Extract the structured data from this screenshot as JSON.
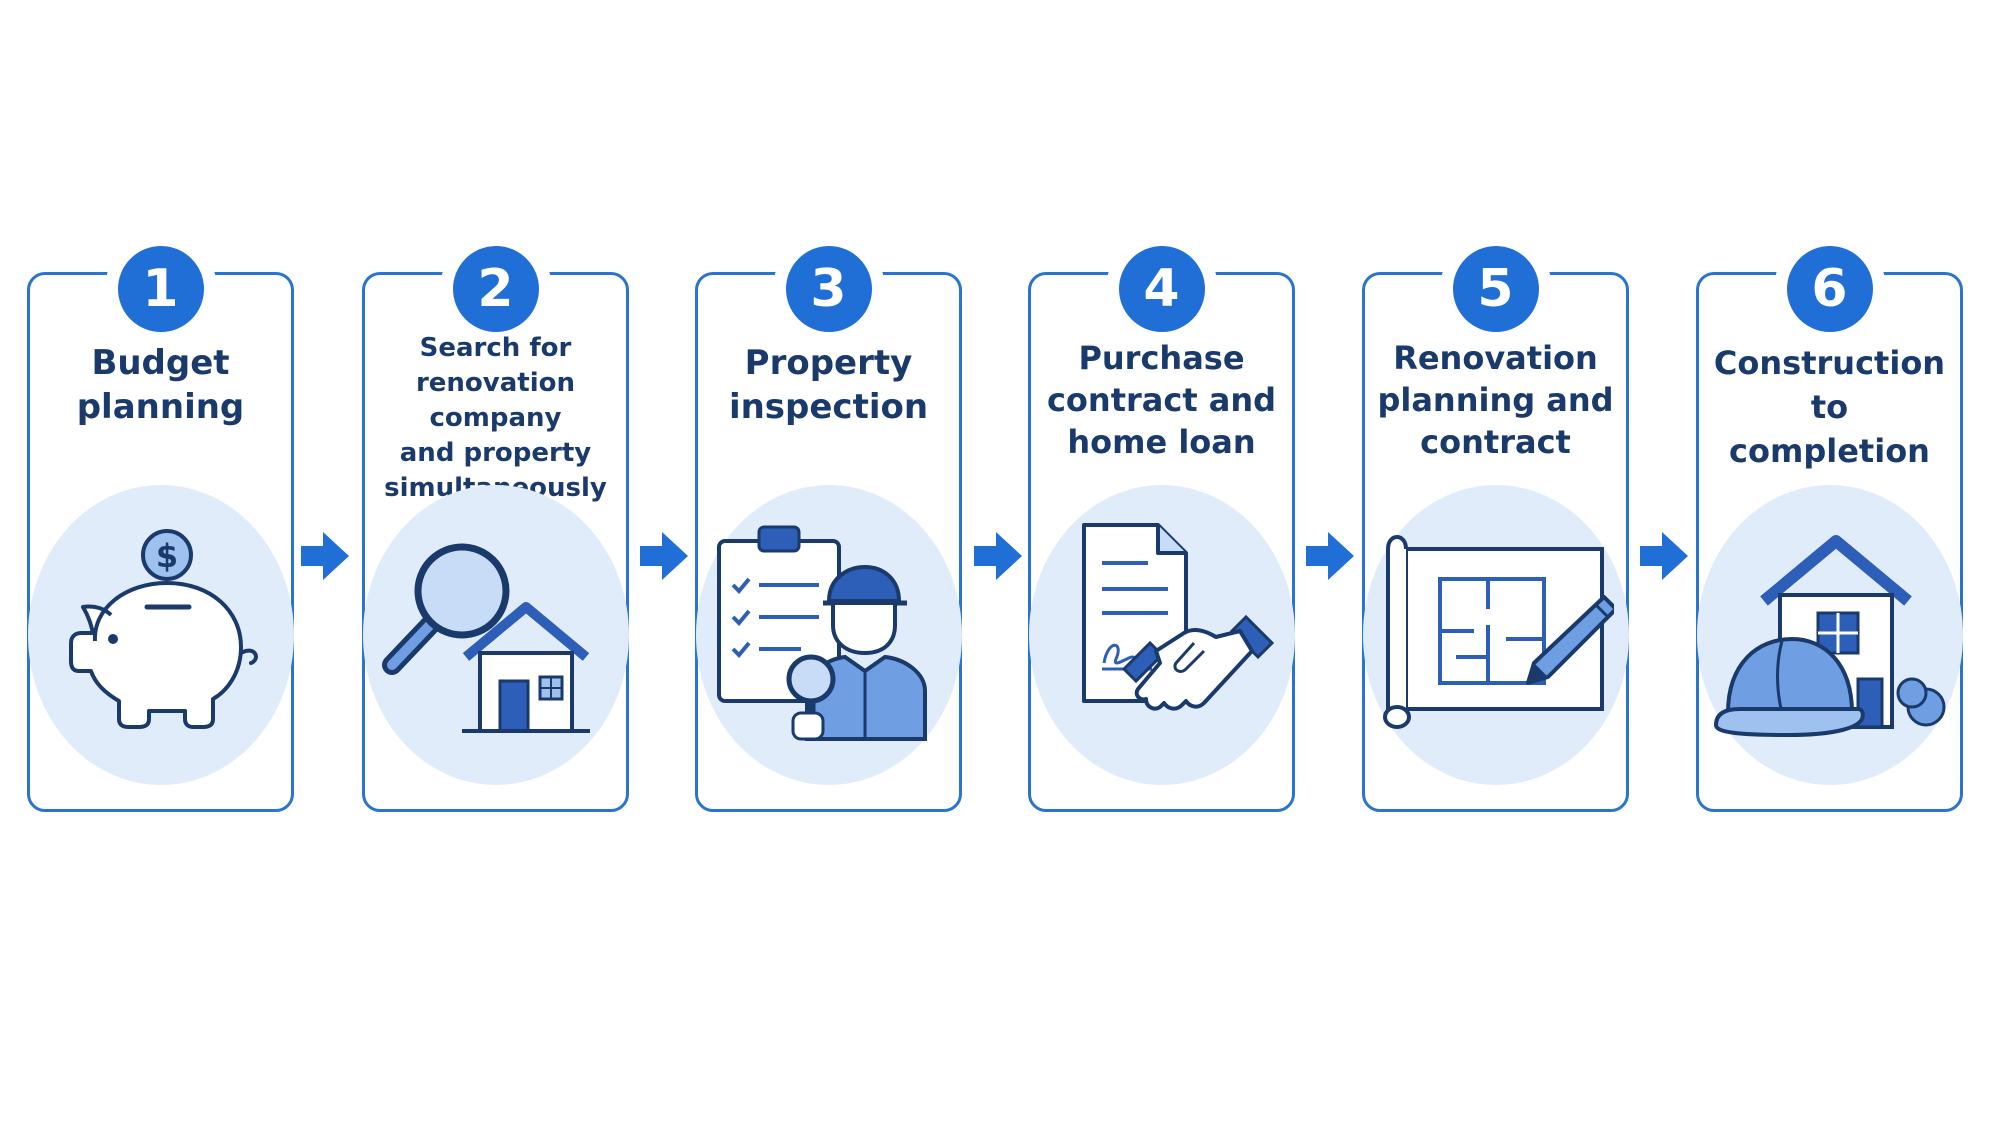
{
  "accent_color": "#1f6fd6",
  "text_color": "#1a3a6b",
  "steps": [
    {
      "number": "1",
      "title_lines": [
        "Budget",
        "planning"
      ],
      "icon": "piggy-bank-icon"
    },
    {
      "number": "2",
      "title_lines": [
        "Search for",
        "renovation company",
        "and property",
        "simultaneously"
      ],
      "icon": "magnifier-house-icon"
    },
    {
      "number": "3",
      "title_lines": [
        "Property",
        "inspection"
      ],
      "icon": "inspector-clipboard-icon"
    },
    {
      "number": "4",
      "title_lines": [
        "Purchase",
        "contract and",
        "home loan"
      ],
      "icon": "contract-handshake-icon"
    },
    {
      "number": "5",
      "title_lines": [
        "Renovation",
        "planning and",
        "contract"
      ],
      "icon": "blueprint-pencil-icon"
    },
    {
      "number": "6",
      "title_lines": [
        "Construction",
        "to completion"
      ],
      "icon": "house-hardhat-icon"
    }
  ]
}
